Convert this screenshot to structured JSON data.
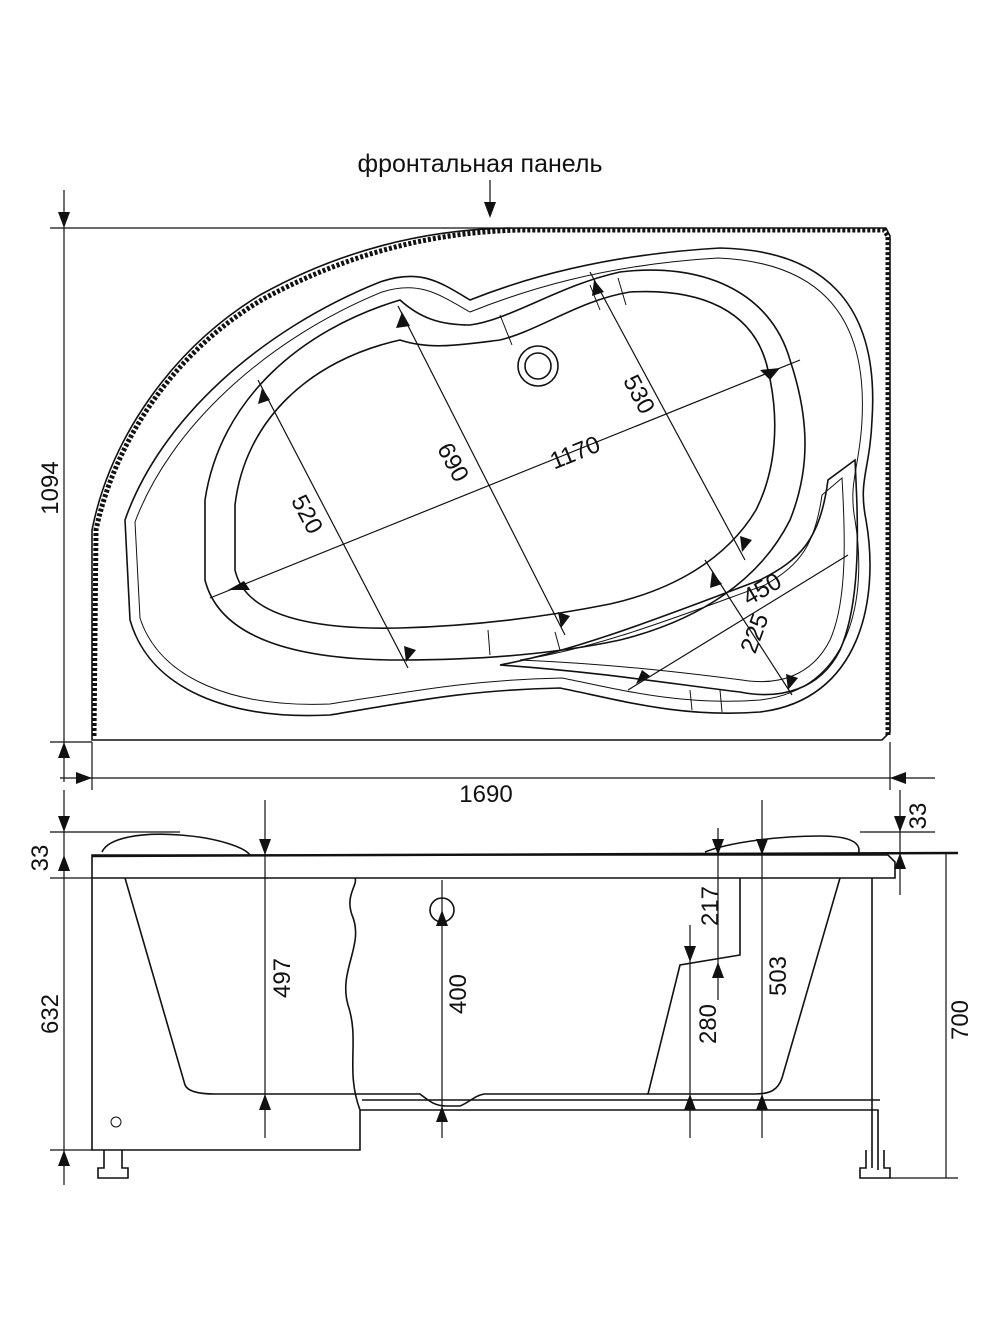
{
  "labels": {
    "front_panel": "фронтальная панель",
    "width_total": "1690",
    "depth_total": "1094",
    "inner_length": "1170",
    "inner_width_mid": "690",
    "inner_width_left": "520",
    "inner_width_right": "530",
    "seat_width": "450",
    "seat_depth": "225",
    "rim_left": "33",
    "rim_right": "33",
    "height_body": "632",
    "height_total": "700",
    "depth_left": "497",
    "drain_height": "400",
    "seat_offset": "217",
    "seat_height": "280",
    "depth_right": "503"
  }
}
